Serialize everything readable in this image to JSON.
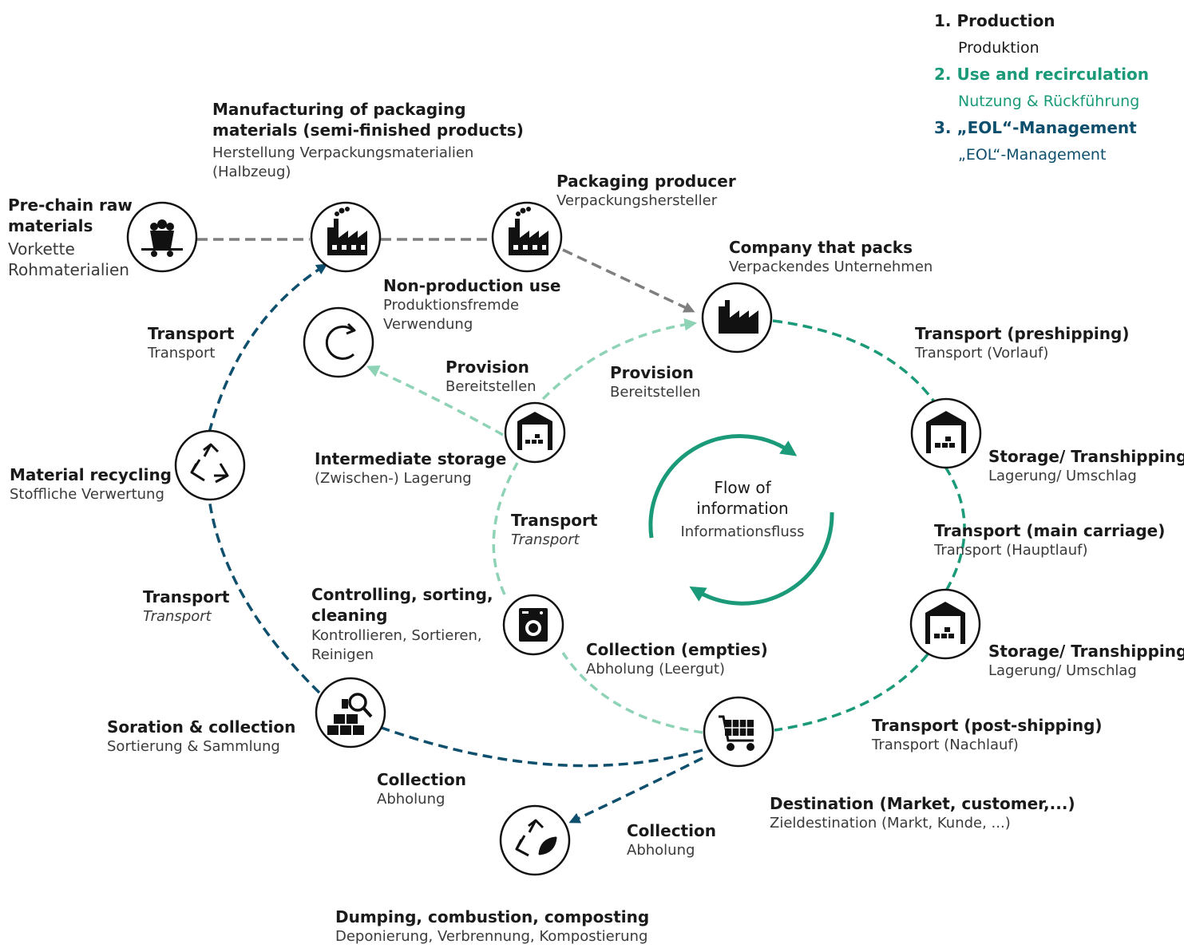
{
  "colors": {
    "production": "#7f7f7f",
    "use_recirculation": "#1a9a78",
    "use_recirculation_light": "#8fd3b6",
    "eol": "#0e4f6e",
    "icon": "#111111"
  },
  "legend": {
    "production_en": "1. Production",
    "production_de": "Produktion",
    "use_en": "2. Use and recirculation",
    "use_de": "Nutzung & Rückführung",
    "eol_en": "3. „EOL“-Management",
    "eol_de": "„EOL“-Management"
  },
  "labels": {
    "manufacturing_en": "Manufacturing of packaging\nmaterials (semi-finished products)",
    "manufacturing_de": "Herstellung Verpackungsmaterialien\n(Halbzeug)",
    "prechain_en": "Pre-chain raw\nmaterials",
    "prechain_de": "Vorkette\nRohmaterialien",
    "packaging_producer_en": "Packaging producer",
    "packaging_producer_de": "Verpackungshersteller",
    "company_en": "Company that packs",
    "company_de": "Verpackendes Unternehmen",
    "nonprod_en": "Non-production use",
    "nonprod_de": "Produktionsfremde\nVerwendung",
    "transport_left_en": "Transport",
    "transport_left_de": "Transport",
    "provision1_en": "Provision",
    "provision1_de": "Bereitstellen",
    "provision2_en": "Provision",
    "provision2_de": "Bereitstellen",
    "transport_pre_en": "Transport (preshipping)",
    "transport_pre_de": "Transport (Vorlauf)",
    "intermediate_en": "Intermediate storage",
    "intermediate_de": "(Zwischen-) Lagerung",
    "material_rec_en": "Material recycling",
    "material_rec_de": "Stoffliche Verwertung",
    "storage1_en": "Storage/ Transhipping",
    "storage1_de": "Lagerung/ Umschlag",
    "transport_mid_en": "Transport",
    "transport_mid_de": "Transport",
    "transport_main_en": "Transport (main carriage)",
    "transport_main_de": "Transport (Hauptlauf)",
    "transport_eol_en": "Transport",
    "transport_eol_de": "Transport",
    "controlling_en": "Controlling, sorting,\ncleaning",
    "controlling_de": "Kontrollieren, Sortieren,\nReinigen",
    "collection_empties_en": "Collection (empties)",
    "collection_empties_de": "Abholung (Leergut)",
    "storage2_en": "Storage/ Transhipping",
    "storage2_de": "Lagerung/ Umschlag",
    "soration_en": "Soration & collection",
    "soration_de": "Sortierung & Sammlung",
    "transport_post_en": "Transport (post-shipping)",
    "transport_post_de": "Transport (Nachlauf)",
    "collection1_en": "Collection",
    "collection1_de": "Abholung",
    "destination_en": "Destination (Market, customer,...)",
    "destination_de": "Zieldestination (Markt, Kunde, ...)",
    "collection2_en": "Collection",
    "collection2_de": "Abholung",
    "dumping_en": "Dumping, combustion, composting",
    "dumping_de": "Deponierung, Verbrennung, Kompostierung",
    "flow_en": "Flow of\ninformation",
    "flow_de": "Informationsfluss"
  },
  "icons": [
    "mine-cart-icon",
    "factory-icon",
    "factory-icon",
    "factory-icon",
    "reuse-arrow-icon",
    "warehouse-icon",
    "warehouse-icon",
    "warehouse-icon",
    "recycling-icon",
    "washing-machine-icon",
    "sorting-search-icon",
    "shopping-cart-icon",
    "compost-recycling-icon"
  ]
}
